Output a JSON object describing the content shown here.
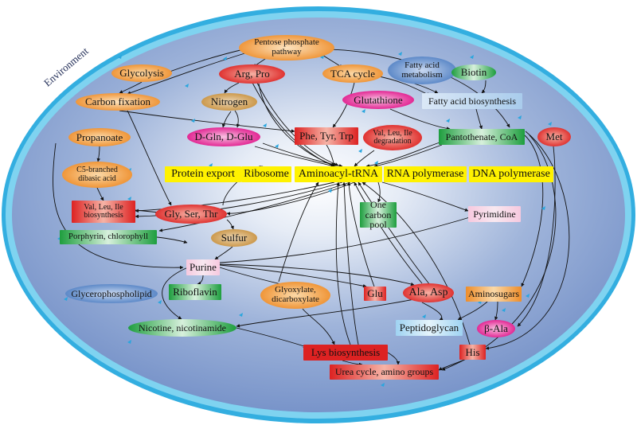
{
  "environment_label": "Environment",
  "nodes": {
    "pentose": "Pentose phosphate pathway",
    "glycolysis": "Glycolysis",
    "arg_pro": "Arg, Pro",
    "tca": "TCA cycle",
    "fatty_meta": "Fatty acid metabolism",
    "biotin": "Biotin",
    "carbon_fix": "Carbon fixation",
    "nitrogen": "Nitrogen",
    "glutathione": "Glutathione",
    "fatty_bio": "Fatty acid biosynthesis",
    "propanoate": "Propanoate",
    "dgln": "D-Gln, D-Glu",
    "phe": "Phe, Tyr, Trp",
    "val_deg": "Val, Leu, Ile degradation",
    "pantothenate": "Pantothenate, CoA",
    "met": "Met",
    "c5": "C5-branched dibasic acid",
    "protein_export": "Protein export",
    "ribosome": "Ribosome",
    "aminoacyl": "Aminoacyl-tRNA",
    "rna_pol": "RNA polymerase",
    "dna_pol": "DNA polymerase",
    "val_bio": "Val, Leu, Ile biosynthesis",
    "gly": "Gly, Ser, Thr",
    "one_carbon": "One carbon pool",
    "pyrimidine": "Pyrimidine",
    "porphyrin": "Porphyrin, chlorophyll",
    "sulfur": "Sulfur",
    "purine": "Purine",
    "glycerophospholipid": "Glycerophospholipid",
    "riboflavin": "Riboflavin",
    "glyoxylate": "Glyoxylate, dicarboxylate",
    "glu": "Glu",
    "ala_asp": "Ala, Asp",
    "aminosugars": "Aminosugars",
    "nicotine": "Nicotine, nicotinamide",
    "peptidoglycan": "Peptidoglycan",
    "beta_ala": "β-Ala",
    "lys": "Lys biosynthesis",
    "his": "His",
    "urea": "Urea cycle, amino groups"
  },
  "colors": {
    "orange": "#ee8d2a",
    "red": "#dd2222",
    "green": "#1e9e3e",
    "pink": "#e0158a",
    "blue": "#4f7fc3",
    "light_blue": "#a9ccec",
    "tan": "#c8913e",
    "yellow": "#fff200",
    "environment": "#8da9d6"
  }
}
